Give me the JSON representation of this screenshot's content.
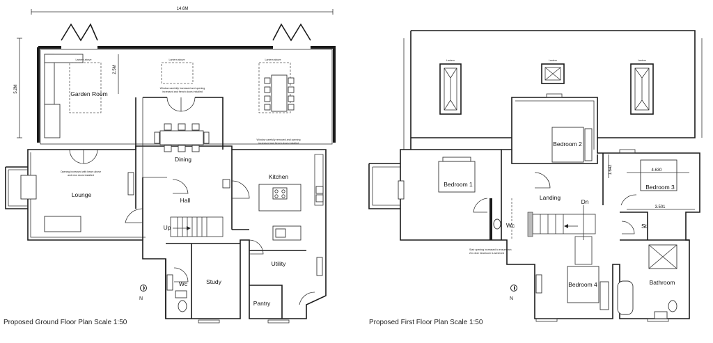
{
  "overall_width": "14.6M",
  "ground": {
    "title": "Proposed Ground Floor Plan Scale 1:50",
    "dim_height": "5.2M",
    "dim_roof": "2.5M",
    "rooms": {
      "garden_room": "Garden Room",
      "dining": "Dining",
      "kitchen": "Kitchen",
      "lounge": "Lounge",
      "hall": "Hall",
      "up": "Up",
      "wc": "Wc",
      "study": "Study",
      "utility": "Utility",
      "pantry": "Pantry"
    },
    "notes": {
      "lantern_left": "Lantern above",
      "lantern_mid": "Lantern above",
      "lantern_right": "Lantern above",
      "window_widened_1": "Window carefully increased and opening",
      "window_widened_2": "increased and french doors installed",
      "kitchen_opening_1": "Window carefully removed and opening",
      "kitchen_opening_2": "increased and french doors installed",
      "lounge_opening_1": "Opening increased with beam above",
      "lounge_opening_2": "and new doors installed"
    }
  },
  "first": {
    "title": "Proposed First Floor Plan Scale 1:50",
    "dim_1": "1.642",
    "dim_2": "4.630",
    "dim_3": "3.501",
    "rooms": {
      "bedroom_1": "Bedroom 1",
      "bedroom_2": "Bedroom 2",
      "bedroom_3": "Bedroom 3",
      "bedroom_4": "Bedroom 4",
      "landing": "Landing",
      "dn": "Dn",
      "wc": "Wc",
      "st": "St",
      "bathroom": "Bathroom"
    },
    "notes": {
      "lantern_1": "Lantern",
      "lantern_2": "Lantern",
      "lantern_3": "Lantern",
      "stair_1": "Stair opening increased to ensure min",
      "stair_2": "2m clear headroom is achieved"
    }
  },
  "north_label": "N"
}
